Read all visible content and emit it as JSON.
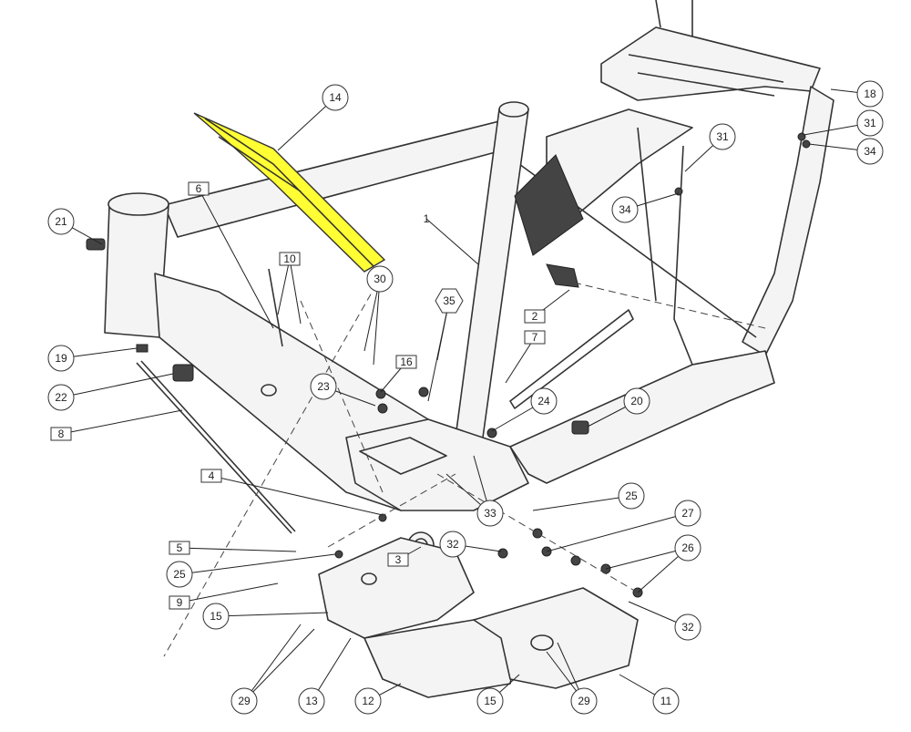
{
  "diagram": {
    "highlight_color": "#ffff33",
    "highlighted_part": "14",
    "callouts": [
      {
        "label": "14",
        "shape": "circle",
        "highlight": true
      },
      {
        "label": "6",
        "shape": "box"
      },
      {
        "label": "21",
        "shape": "circle"
      },
      {
        "label": "10",
        "shape": "box"
      },
      {
        "label": "30",
        "shape": "circle"
      },
      {
        "label": "35",
        "shape": "hexagon"
      },
      {
        "label": "1",
        "shape": "none"
      },
      {
        "label": "16",
        "shape": "box"
      },
      {
        "label": "23",
        "shape": "circle"
      },
      {
        "label": "19",
        "shape": "circle"
      },
      {
        "label": "22",
        "shape": "circle"
      },
      {
        "label": "8",
        "shape": "box"
      },
      {
        "label": "24",
        "shape": "circle"
      },
      {
        "label": "7",
        "shape": "box"
      },
      {
        "label": "2",
        "shape": "box"
      },
      {
        "label": "20",
        "shape": "circle"
      },
      {
        "label": "4",
        "shape": "box"
      },
      {
        "label": "25",
        "shape": "circle"
      },
      {
        "label": "33",
        "shape": "circle"
      },
      {
        "label": "27",
        "shape": "circle"
      },
      {
        "label": "3",
        "shape": "box"
      },
      {
        "label": "5",
        "shape": "box"
      },
      {
        "label": "25",
        "shape": "circle"
      },
      {
        "label": "32",
        "shape": "circle"
      },
      {
        "label": "26",
        "shape": "circle"
      },
      {
        "label": "9",
        "shape": "box"
      },
      {
        "label": "15",
        "shape": "circle"
      },
      {
        "label": "32",
        "shape": "circle"
      },
      {
        "label": "29",
        "shape": "circle"
      },
      {
        "label": "13",
        "shape": "circle"
      },
      {
        "label": "12",
        "shape": "circle"
      },
      {
        "label": "15",
        "shape": "circle"
      },
      {
        "label": "29",
        "shape": "circle"
      },
      {
        "label": "11",
        "shape": "circle"
      },
      {
        "label": "18",
        "shape": "circle"
      },
      {
        "label": "31",
        "shape": "circle"
      },
      {
        "label": "34",
        "shape": "circle"
      },
      {
        "label": "31",
        "shape": "circle"
      },
      {
        "label": "34",
        "shape": "circle"
      }
    ]
  }
}
